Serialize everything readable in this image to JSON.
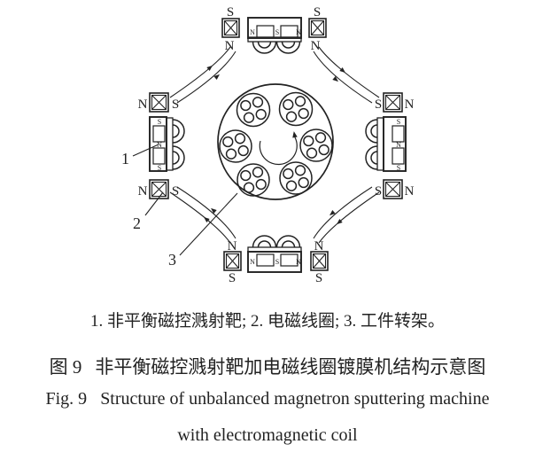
{
  "colors": {
    "ink": "#222222",
    "background": "#ffffff"
  },
  "diagram": {
    "coils": {
      "top_left": {
        "pole_a": "S",
        "pole_b": "N"
      },
      "top_right": {
        "pole_a": "S",
        "pole_b": "N"
      },
      "left_top": {
        "pole_a": "N",
        "pole_b": "S"
      },
      "left_bottom": {
        "pole_a": "N",
        "pole_b": "S"
      },
      "right_top": {
        "pole_a": "S",
        "pole_b": "N"
      },
      "right_bottom": {
        "pole_a": "S",
        "pole_b": "N"
      },
      "bottom_left": {
        "pole_a": "N",
        "pole_b": "S"
      },
      "bottom_right": {
        "pole_a": "N",
        "pole_b": "S"
      }
    },
    "targets": {
      "top": {
        "m1": "N",
        "m2": "S",
        "m3": "N"
      },
      "bottom": {
        "m1": "N",
        "m2": "S",
        "m3": "N"
      },
      "left": {
        "m1": "S",
        "m2": "N",
        "m3": "S"
      },
      "right": {
        "m1": "S",
        "m2": "N",
        "m3": "S"
      }
    },
    "callouts": {
      "target": "1",
      "coil": "2",
      "holder": "3"
    }
  },
  "caption": {
    "legend": "1. 非平衡磁控溅射靶; 2. 电磁线圈; 3. 工件转架。",
    "zh": {
      "label": "图 9",
      "title": "非平衡磁控溅射靶加电磁线圈镀膜机结构示意图"
    },
    "en": {
      "label": "Fig. 9",
      "title": "Structure of unbalanced magnetron sputtering machine",
      "title_cont": "with electromagnetic coil"
    }
  }
}
